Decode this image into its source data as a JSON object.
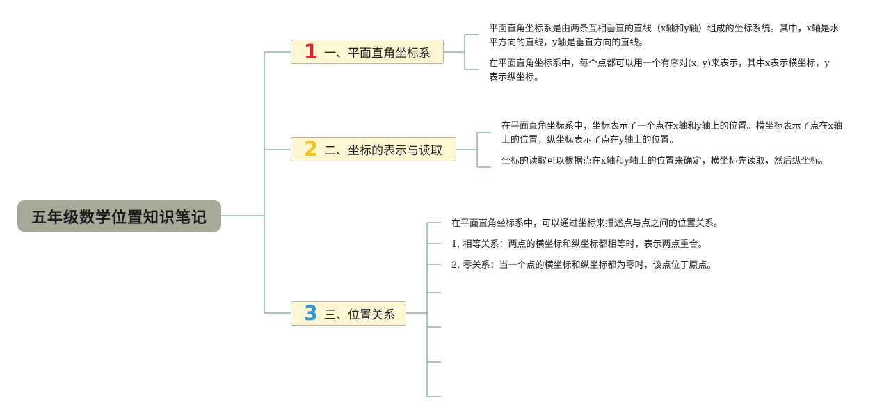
{
  "root": {
    "title": "五年级数学位置知识笔记"
  },
  "branches": [
    {
      "number": "1",
      "number_color": "#e8212b",
      "label": "一、平面直角坐标系",
      "notes": [
        "平面直角坐标系是由两条互相垂直的直线（x轴和y轴）组成的坐标系统。其中，x轴是水平方向的直线，y轴是垂直方向的直线。",
        "在平面直角坐标系中，每个点都可以用一个有序对(x, y)来表示，其中x表示横坐标，y表示纵坐标。"
      ]
    },
    {
      "number": "2",
      "number_color": "#f5c51e",
      "label": "二、坐标的表示与读取",
      "notes": [
        "在平面直角坐标系中，坐标表示了一个点在x轴和y轴上的位置。横坐标表示了点在x轴上的位置，纵坐标表示了点在y轴上的位置。",
        "坐标的读取可以根据点在x轴和y轴上的位置来确定，横坐标先读取，然后纵坐标。"
      ]
    },
    {
      "number": "3",
      "number_color": "#2a9fe0",
      "label": "三、位置关系",
      "notes": [
        "在平面直角坐标系中，可以通过坐标来描述点与点之间的位置关系。",
        "1. 相等关系：两点的横坐标和纵坐标都相等时，表示两点重合。",
        "2. 零关系：当一个点的横坐标和纵坐标都为零时，该点位于原点。"
      ]
    }
  ],
  "colors": {
    "connector": "#8fb5a3",
    "root_bg": "#a9a99a",
    "branch_bg": "#fff7d4"
  }
}
